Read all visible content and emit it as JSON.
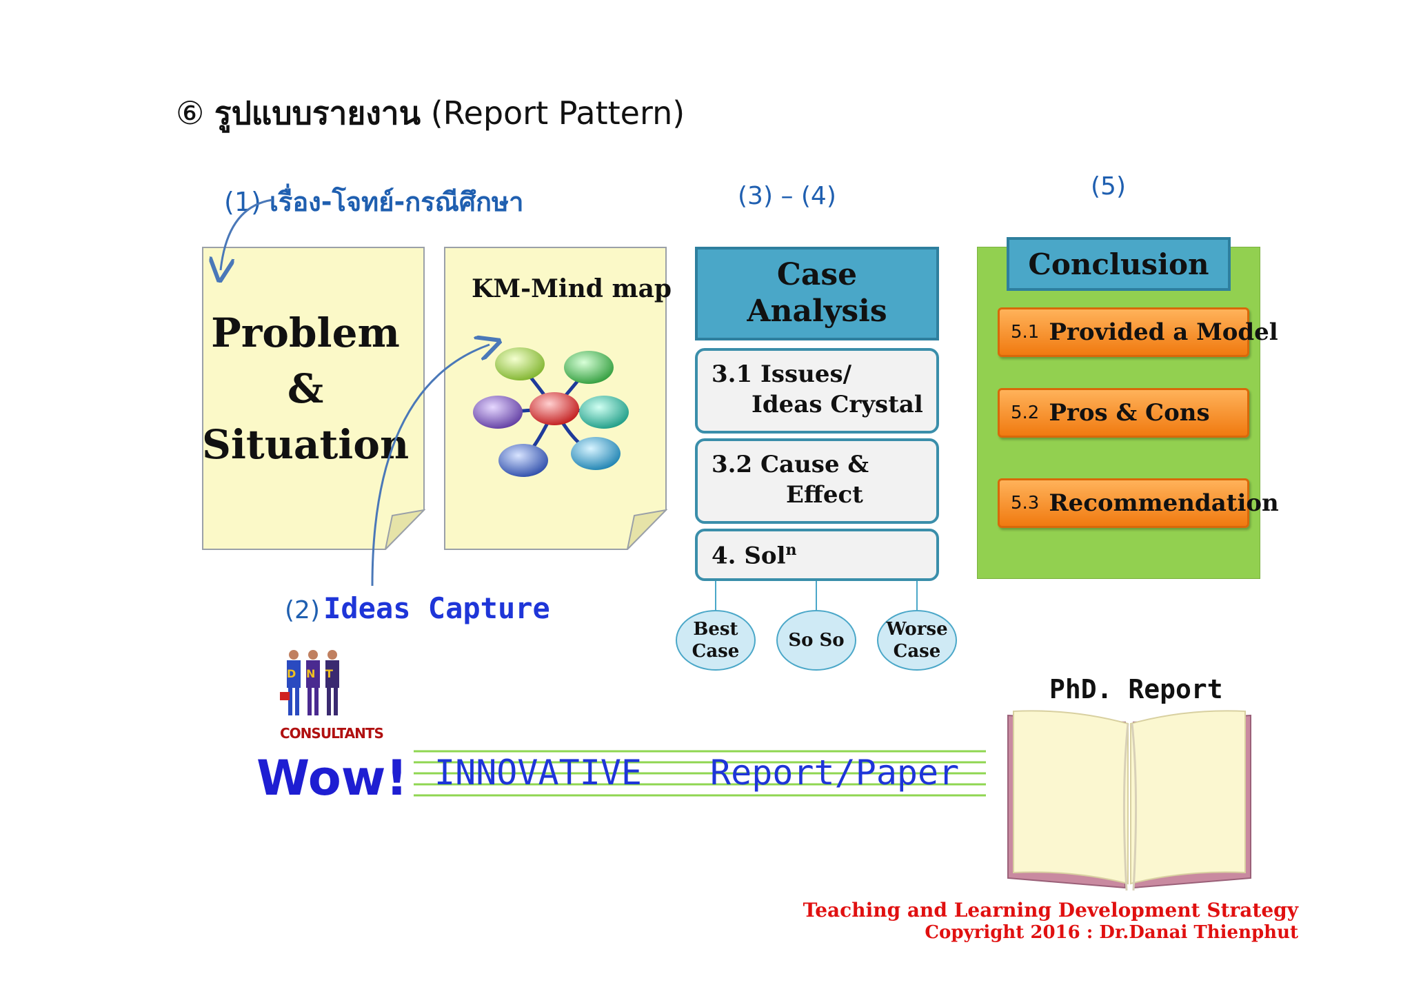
{
  "title": {
    "number_glyph": "⑥",
    "thai": "รูปแบบรายงาน",
    "english": "(Report Pattern)"
  },
  "section_labels": {
    "s1_num": "(1)",
    "s1_thai": "เรื่อง-โจทย์-กรณีศึกษา",
    "s34": "(3) – (4)",
    "s5": "(5)",
    "s2_num": "(2)",
    "s2_text": "Ideas Capture"
  },
  "problem_note": {
    "line1": "Problem",
    "line2": "&",
    "line3": "Situation"
  },
  "mindmap_note": {
    "label": "KM-Mind map"
  },
  "case_analysis": {
    "heading_line1": "Case",
    "heading_line2": "Analysis",
    "box1_line1": "3.1  Issues/",
    "box1_line2": "Ideas Crystal",
    "box2_line1": "3.2  Cause &",
    "box2_line2": "Effect",
    "box3_text": "4. Sol",
    "box3_sup": "n",
    "outcomes": [
      "Best\nCase",
      "So So",
      "Worse\nCase"
    ]
  },
  "conclusion": {
    "heading": "Conclusion",
    "items": [
      {
        "num": "5.1",
        "text": "Provided a Model"
      },
      {
        "num": "5.2",
        "text": "Pros & Cons"
      },
      {
        "num": "5.3",
        "text": "Recommendation"
      }
    ]
  },
  "logo": {
    "letters": [
      "D",
      "N",
      "T"
    ],
    "caption": "CONSULTANTS"
  },
  "wow": "Wow!",
  "banner": {
    "word1": "INNOVATIVE",
    "word2": "Report/Paper"
  },
  "phd_report": "PhD. Report",
  "footer": {
    "line1": "Teaching and Learning  Development Strategy",
    "line2": "Copyright  2016 : Dr.Danai  Thienphut"
  },
  "colors": {
    "accent_blue": "#4aa7c8",
    "label_blue": "#1f5fb0",
    "conclusion_green": "#92d050",
    "orange": "#f07a10",
    "note_yellow": "#fbf9c8",
    "footer_red": "#e01010"
  }
}
